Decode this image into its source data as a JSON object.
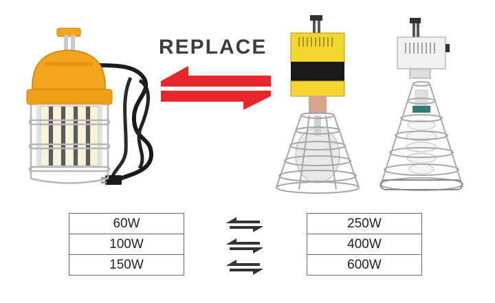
{
  "title": "REPLACE",
  "led_watts": [
    "60W",
    "100W",
    "150W"
  ],
  "legacy_watts": [
    "250W",
    "400W",
    "600W"
  ],
  "colors": {
    "arrow_red": "#e8262b",
    "led_housing_orange": "#f4a51c",
    "legacy_yellow": "#f2d630",
    "text_dark": "#3d3d3d"
  },
  "icons": {
    "led_lamp": "led-work-light-icon",
    "metal_halide_lamp": "metal-halide-lamp-icon",
    "cfl_lamp": "cfl-work-light-icon",
    "replace_arrows": "double-arrow-icon"
  }
}
